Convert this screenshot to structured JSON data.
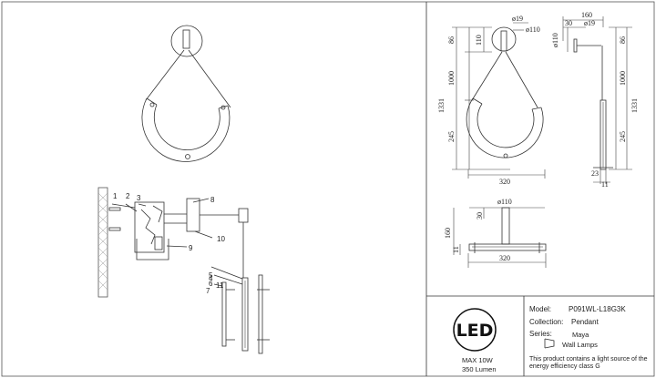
{
  "callouts": [
    "1",
    "2",
    "3",
    "4",
    "5",
    "6",
    "7",
    "8",
    "9",
    "10",
    "11"
  ],
  "dims": {
    "d19": "ø19",
    "d110": "ø110",
    "v86": "86",
    "v110": "110",
    "v1000": "1000",
    "v1331": "1331",
    "v245": "245",
    "h320": "320",
    "h160": "160",
    "h30": "30",
    "h23": "23",
    "h11": "11"
  },
  "logo": {
    "text": "LED"
  },
  "specs": {
    "power": "MAX 10W",
    "lumen": "350 Lumen"
  },
  "title_block": {
    "model_key": "Model:",
    "model_val": "P091WL-L18G3K",
    "collection_key": "Collection:",
    "collection_val": "Pendant",
    "series_key": "Series:",
    "series_val": "Maya",
    "type_val": "Wall Lamps",
    "note": "This product contains a light source of the energy efficiency class G"
  }
}
